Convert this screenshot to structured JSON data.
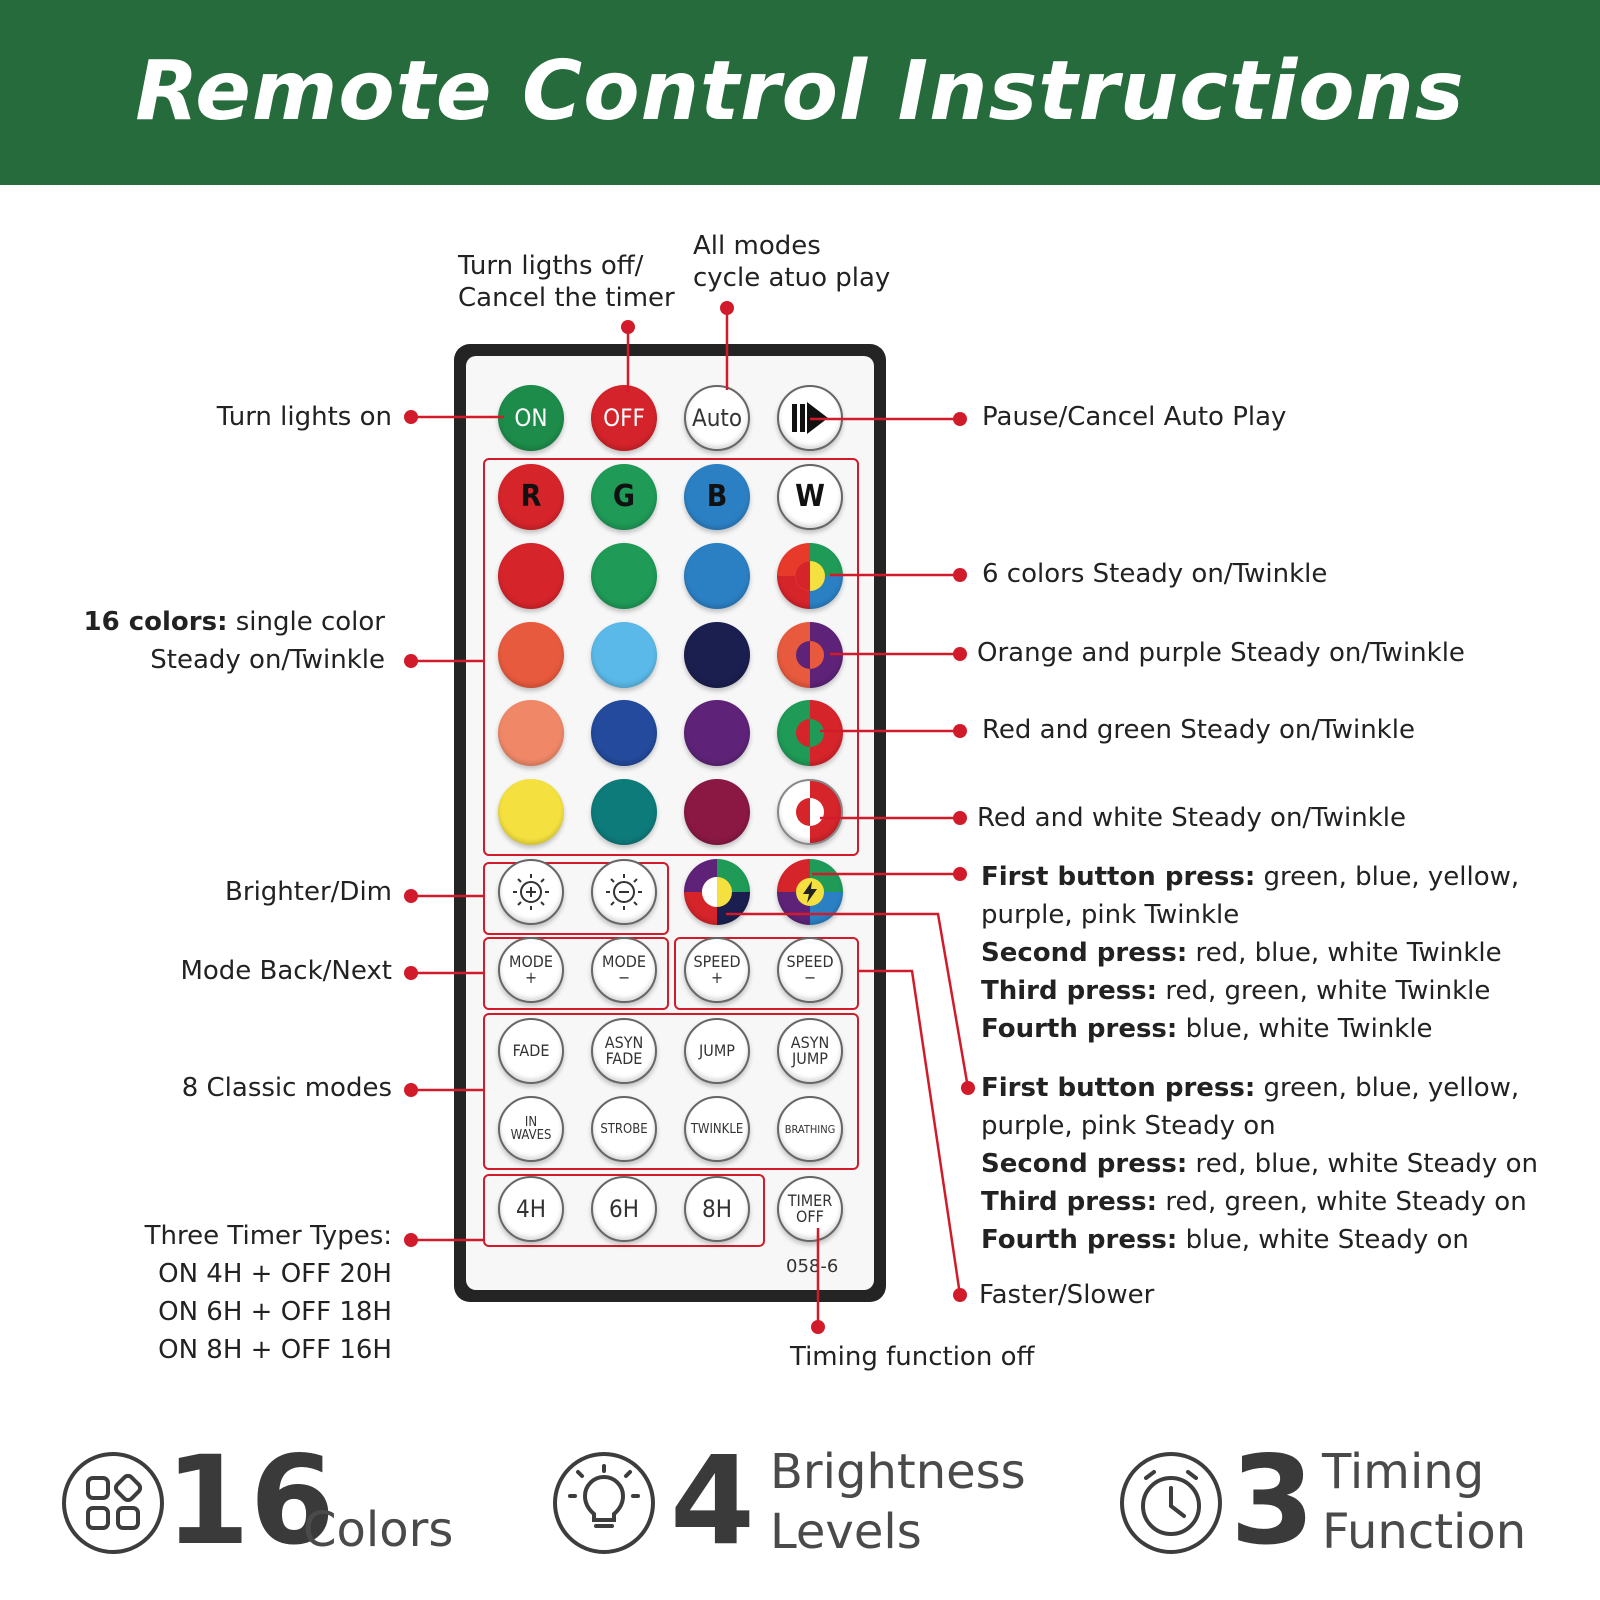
{
  "header": {
    "title": "Remote Control Instructions"
  },
  "remote": {
    "model": "058-6",
    "buttons": {
      "on": "ON",
      "off": "OFF",
      "auto": "Auto",
      "r": "R",
      "g": "G",
      "b": "B",
      "w": "W",
      "mode_plus": [
        "MODE",
        "+"
      ],
      "mode_minus": [
        "MODE",
        "−"
      ],
      "speed_plus": [
        "SPEED",
        "+"
      ],
      "speed_minus": [
        "SPEED",
        "−"
      ],
      "fade": "FADE",
      "asyn_fade": [
        "ASYN",
        "FADE"
      ],
      "jump": "JUMP",
      "asyn_jump": [
        "ASYN",
        "JUMP"
      ],
      "in_waves": [
        "IN",
        "WAVES"
      ],
      "strobe": "STROBE",
      "twinkle": "TWINKLE",
      "brathing": "BRATHING",
      "t4": "4H",
      "t6": "6H",
      "t8": "8H",
      "timer_off": [
        "TIMER",
        "OFF"
      ]
    },
    "colors": [
      "#d6242b",
      "#1f9a57",
      "#2b80c4",
      "#e85a3d",
      "#5ab9e8",
      "#1b1f4f",
      "#f08868",
      "#234a9c",
      "#5e2378",
      "#f4e13f",
      "#0e7b7b",
      "#8a1843"
    ]
  },
  "callouts": {
    "turn_off": [
      "Turn ligths off/",
      "Cancel the timer"
    ],
    "all_modes": [
      "All modes",
      "cycle atuo play"
    ],
    "turn_on": "Turn lights on",
    "pause": "Pause/Cancel Auto Play",
    "six_colors": "6 colors Steady on/Twinkle",
    "sixteen_bold": "16 colors:",
    "sixteen_rest": " single color",
    "sixteen_line2": "Steady on/Twinkle",
    "orange_purple": "Orange and purple Steady on/Twinkle",
    "red_green": "Red and green Steady on/Twinkle",
    "red_white": "Red and white Steady on/Twinkle",
    "brighter": "Brighter/Dim",
    "mode_back": "Mode Back/Next",
    "classic": "8 Classic modes",
    "timer_types": [
      "Three Timer Types:",
      "ON 4H + OFF 20H",
      "ON 6H + OFF 18H",
      "ON 8H + OFF 16H"
    ],
    "twinkle_block": [
      {
        "b": "First button press:",
        "t": " green, blue, yellow,"
      },
      {
        "b": "",
        "t": "purple, pink Twinkle"
      },
      {
        "b": "Second press:",
        "t": " red, blue, white Twinkle"
      },
      {
        "b": "Third press:",
        "t": " red, green, white Twinkle"
      },
      {
        "b": "Fourth press:",
        "t": " blue, white Twinkle"
      }
    ],
    "steady_block": [
      {
        "b": "First button press:",
        "t": " green, blue, yellow,"
      },
      {
        "b": "",
        "t": "purple, pink Steady on"
      },
      {
        "b": "Second press:",
        "t": " red, blue, white Steady on"
      },
      {
        "b": "Third press:",
        "t": " red, green, white Steady on"
      },
      {
        "b": "Fourth press:",
        "t": " blue, white Steady on"
      }
    ],
    "faster": "Faster/Slower",
    "timing_off": "Timing function off"
  },
  "stats": [
    {
      "number": "16",
      "words": [
        "",
        "Colors"
      ],
      "icon": "color-grid-icon"
    },
    {
      "number": "4",
      "words": [
        "Brightness",
        "Levels"
      ],
      "icon": "lightbulb-icon"
    },
    {
      "number": "3",
      "words": [
        "Timing",
        "Function"
      ],
      "icon": "clock-icon"
    }
  ]
}
